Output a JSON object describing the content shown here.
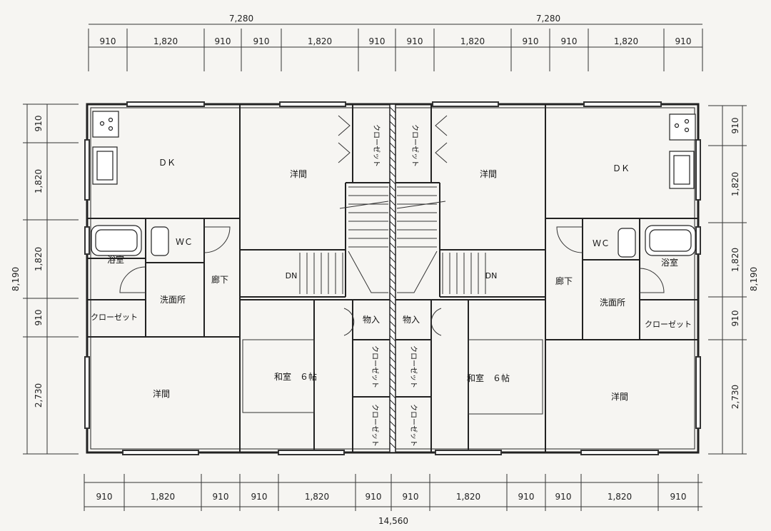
{
  "dimensions": {
    "top_totals": [
      "7,280",
      "7,280"
    ],
    "top_segments": [
      "910",
      "1,820",
      "910",
      "910",
      "1,820",
      "910",
      "910",
      "1,820",
      "910",
      "910",
      "1,820",
      "910"
    ],
    "bottom_segments": [
      "910",
      "1,820",
      "910",
      "910",
      "1,820",
      "910",
      "910",
      "1,820",
      "910",
      "910",
      "1,820",
      "910"
    ],
    "bottom_total": "14,560",
    "left_segments": [
      "910",
      "1,820",
      "1,820",
      "910",
      "2,730"
    ],
    "left_total": "8,190",
    "right_segments": [
      "910",
      "1,820",
      "1,820",
      "910",
      "2,730"
    ],
    "right_total": "8,190"
  },
  "rooms": {
    "dk": "ＤＫ",
    "yoma": "洋間",
    "wc": "ＷＣ",
    "bath": "浴室",
    "wash": "洗面所",
    "hall": "廊下",
    "closet": "クローゼット",
    "closet_v": "クローゼット",
    "storage": "物入",
    "washitsu": "和室　６帖",
    "dn": "DN"
  }
}
